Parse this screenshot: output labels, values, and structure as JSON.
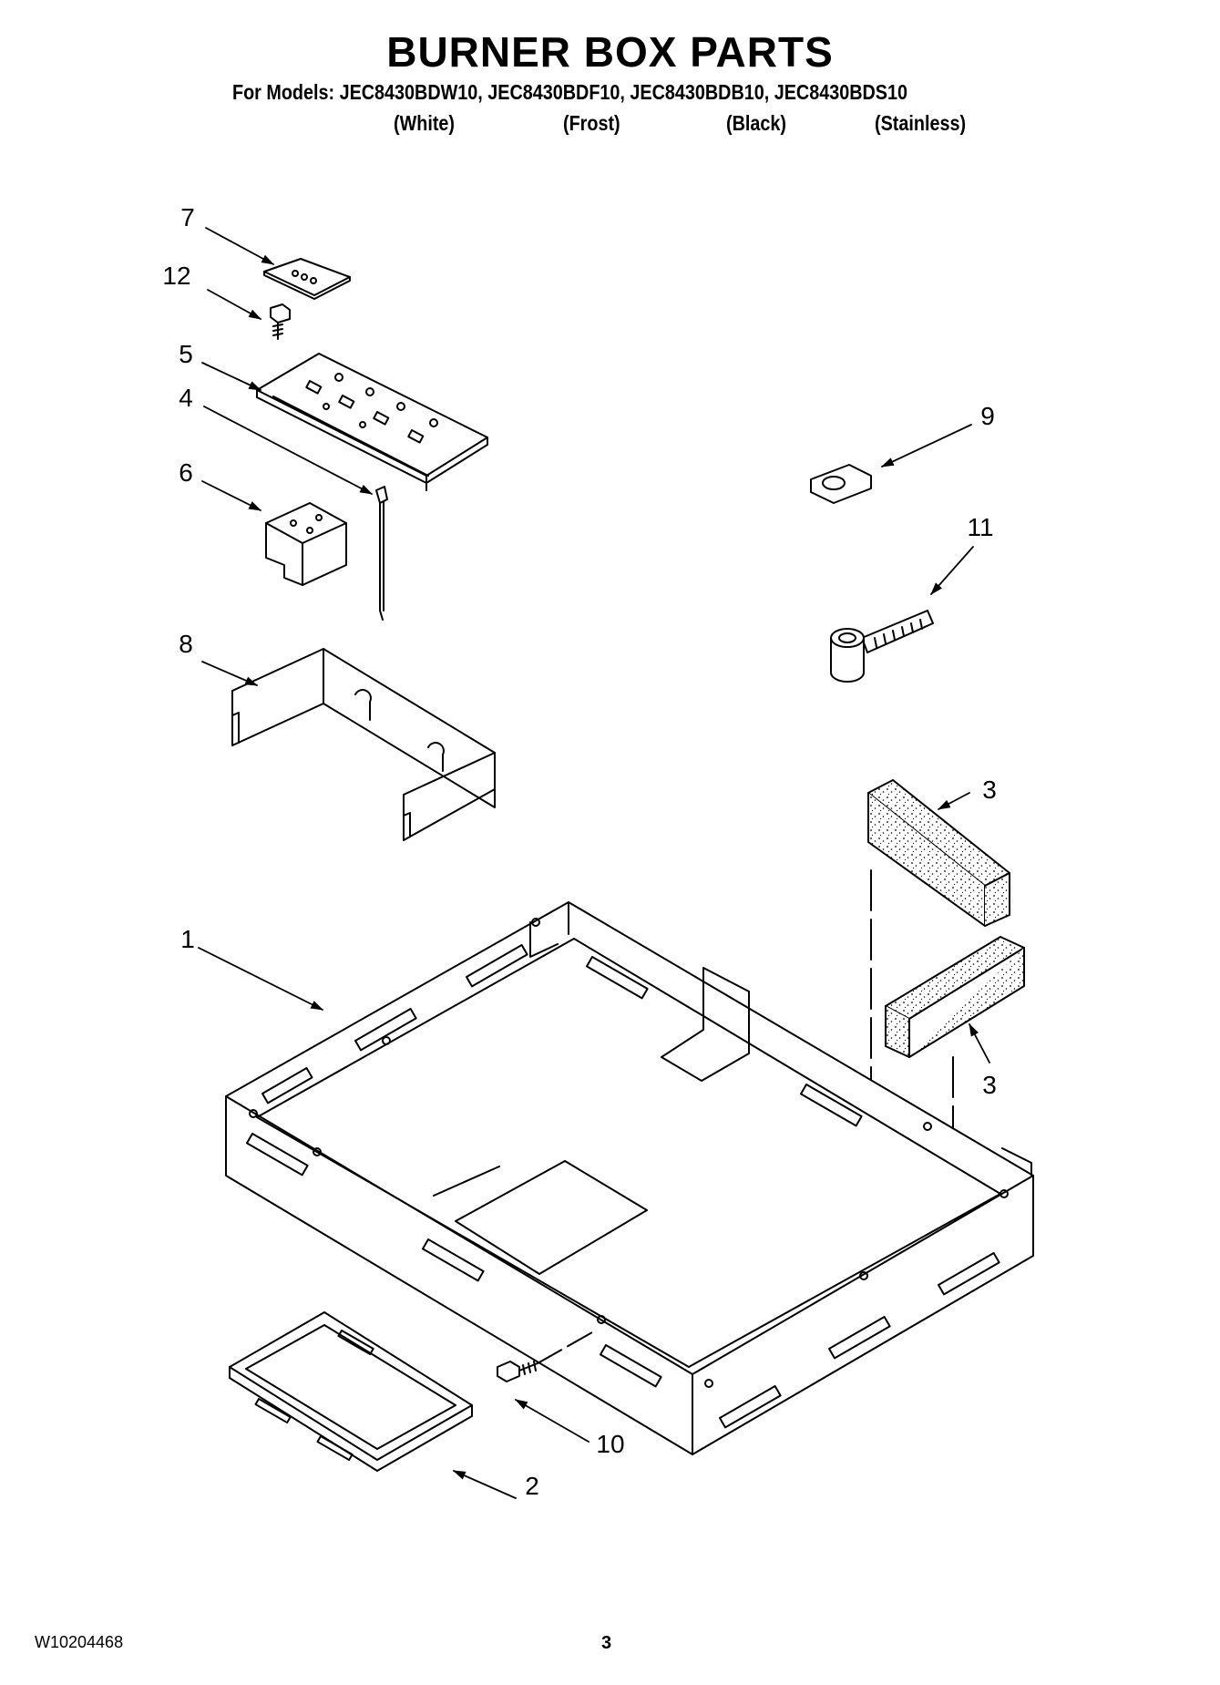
{
  "title": "BURNER BOX PARTS",
  "models_line": "For Models: JEC8430BDW10, JEC8430BDF10, JEC8430BDB10, JEC8430BDS10",
  "variants": [
    "(White)",
    "(Frost)",
    "(Black)",
    "(Stainless)"
  ],
  "callouts": [
    "7",
    "12",
    "5",
    "4",
    "6",
    "8",
    "9",
    "11",
    "3",
    "3",
    "1",
    "10",
    "2"
  ],
  "footer": {
    "doc_number": "W10204468",
    "page_number": "3"
  }
}
